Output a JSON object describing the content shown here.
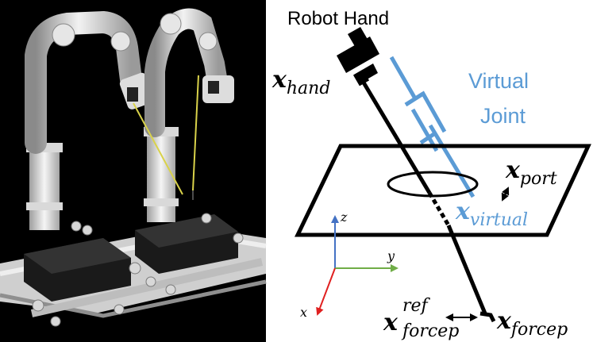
{
  "photo": {
    "description_icon": "robot-arms-scene"
  },
  "diagram": {
    "robot_hand_label": "Robot Hand",
    "virtual_label_line1": "Virtual",
    "virtual_label_line2": "Joint",
    "x_hand": {
      "base": "x",
      "sub": "hand"
    },
    "x_port": {
      "base": "x",
      "sub": "port"
    },
    "x_virtual": {
      "base": "x",
      "sub": "virtual"
    },
    "x_forcep_ref": {
      "base": "x",
      "sup": "ref",
      "sub": "forcep"
    },
    "x_forcep": {
      "base": "x",
      "sub": "forcep"
    },
    "axes": {
      "z": "z",
      "y": "y",
      "x": "x"
    },
    "colors": {
      "virtual_blue": "#5b9bd5",
      "axis_z": "#4472c4",
      "axis_y": "#70ad47",
      "axis_x": "#e02020",
      "ink": "#000000"
    }
  }
}
